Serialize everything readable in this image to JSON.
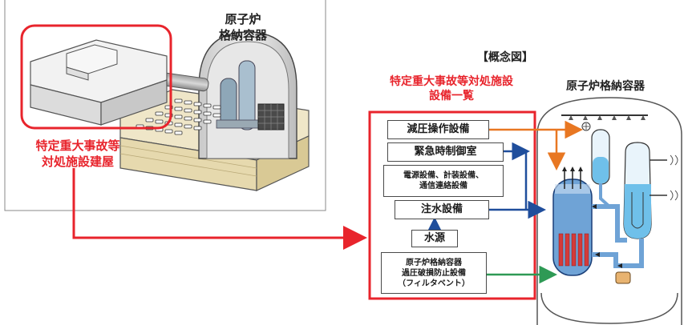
{
  "building": {
    "containment_label_line1": "原子炉",
    "containment_label_line2": "格納容器",
    "facility_label_line1": "特定重大事故等",
    "facility_label_line2": "対処施設建屋"
  },
  "concept": {
    "title": "【概念図】",
    "list_title_line1": "特定重大事故等対処施設",
    "list_title_line2": "設備一覧",
    "vessel_label": "原子炉格納容器",
    "equipment": {
      "depressurization": "減圧操作設備",
      "control_room": "緊急時制御室",
      "power_line1": "電源設備、計装設備、",
      "power_line2": "通信連絡設備",
      "water_injection": "注水設備",
      "water_source": "水源",
      "filter_line1": "原子炉格納容器",
      "filter_line2": "過圧破損防止設備",
      "filter_line3": "（フィルタベント）"
    }
  },
  "colors": {
    "accent_red": "#e8242c",
    "orange_flow": "#e87722",
    "blue_flow": "#1f4e9c",
    "green_flow": "#2e9a55",
    "reactor_blue": "#6fa3d6",
    "water_blue": "#6fc0ea"
  }
}
